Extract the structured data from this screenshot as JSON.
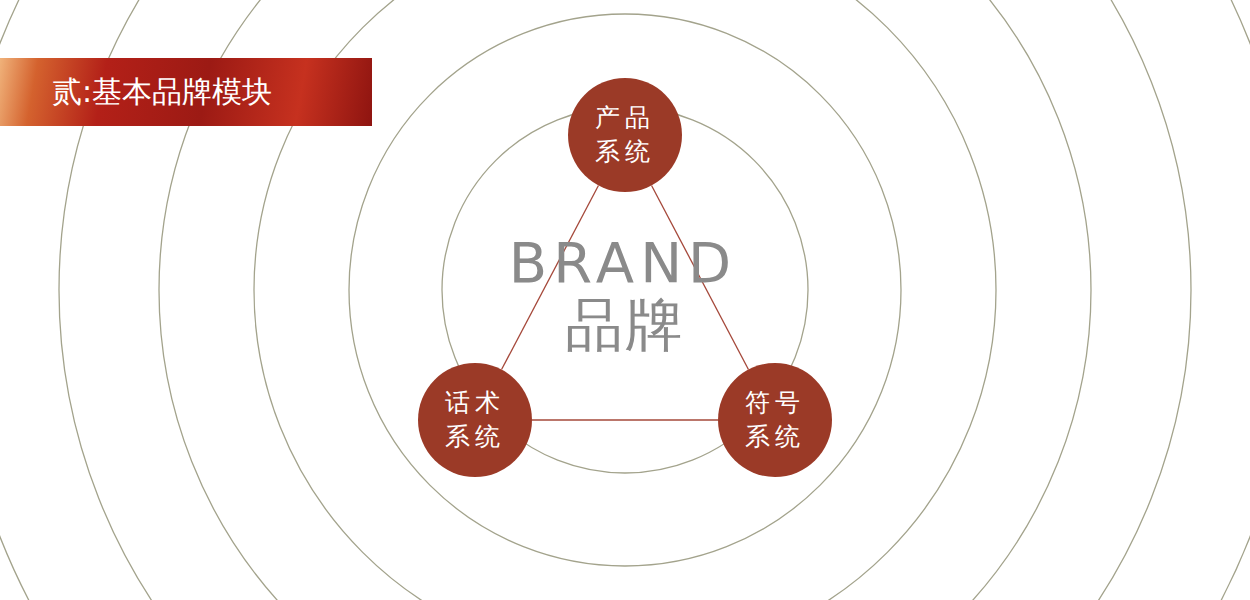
{
  "diagram": {
    "title": "贰:基本品牌模块",
    "nodes": [
      {
        "text": [
          "产品 系统"
        ]
      },
      {
        "text": [
          "话术 系统"
        ]
      },
      {
        "text": [
          "符号 系统"
        ]
      }
    ],
    "edges": [
      {
        "from": 0,
        "to": 1,
        "arrow": "none"
      },
      {
        "from": 0,
        "to": 2,
        "arrow": "none"
      },
      {
        "from": 1,
        "to": 2,
        "arrow": "none"
      }
    ],
    "labels": [
      "BRAND",
      "品牌"
    ]
  }
}
